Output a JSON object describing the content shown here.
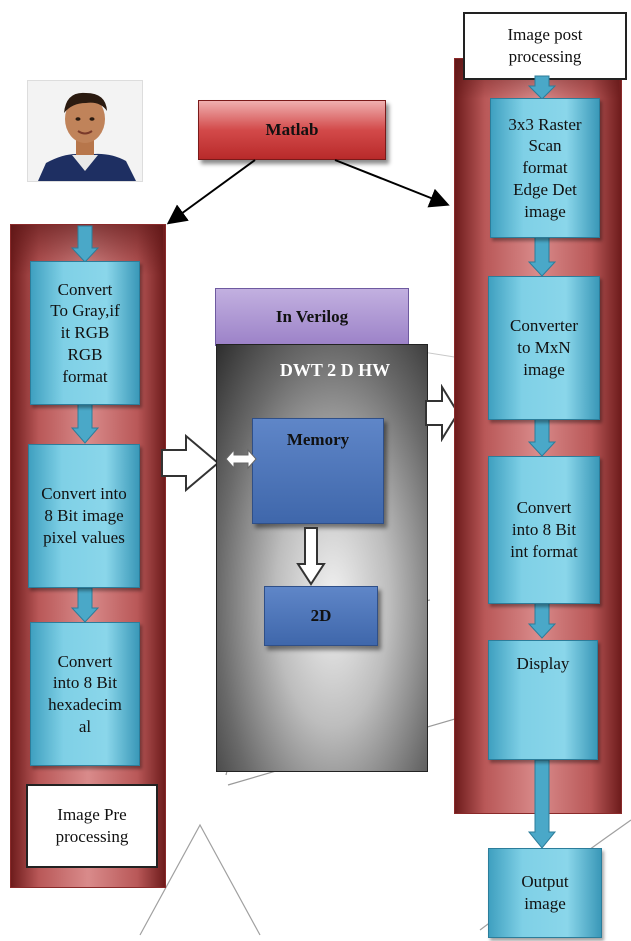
{
  "title": "",
  "top": {
    "matlab_label": "Matlab"
  },
  "left_panel": {
    "steps": [
      "Convert\nTo Gray,if\nit RGB\nRGB\nformat",
      "Convert into\n8 Bit image\npixel values",
      "Convert\ninto 8 Bit\nhexadecim\nal"
    ],
    "label": "Image Pre\nprocessing"
  },
  "middle_panel": {
    "verilog_label": "In Verilog",
    "title": "DWT 2 D HW",
    "memory_label": "Memory",
    "twod_label": "2D"
  },
  "right_panel": {
    "label": "Image post\nprocessing",
    "steps": [
      "3x3 Raster\nScan\nformat\nEdge Det\nimage",
      "Converter\nto MxN\nimage",
      "Convert\ninto 8 Bit\nint format",
      "Display"
    ],
    "output_label": "Output\nimage"
  },
  "colors": {
    "step_blue": "#7fd0e6",
    "panel_red": "#b95858",
    "matlab_red": "#d34a4a",
    "hw_blue": "#4f76b8",
    "verilog_purple": "#b09cd6"
  }
}
